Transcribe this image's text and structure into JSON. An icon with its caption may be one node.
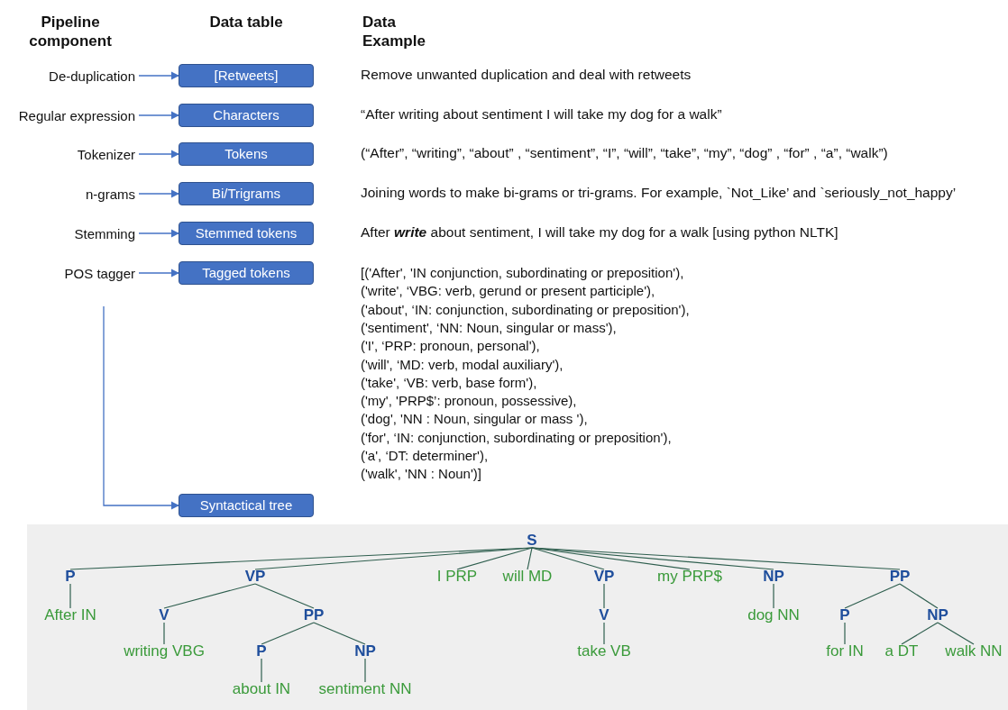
{
  "diagram": {
    "nodes": [
      {
        "text": [
          "De-duplication"
        ]
      },
      {
        "text": [
          "[Retweets]"
        ]
      },
      {
        "text": [
          "Regular expression"
        ]
      },
      {
        "text": [
          "Characters"
        ]
      },
      {
        "text": [
          "Tokenizer"
        ]
      },
      {
        "text": [
          "Tokens"
        ]
      },
      {
        "text": [
          "n-grams"
        ]
      },
      {
        "text": [
          "Bi/Trigrams"
        ]
      },
      {
        "text": [
          "Stemming"
        ]
      },
      {
        "text": [
          "Stemmed tokens"
        ]
      },
      {
        "text": [
          "POS tagger"
        ]
      },
      {
        "text": [
          "Tagged tokens"
        ]
      },
      {
        "text": [
          "Syntactical tree"
        ]
      },
      {
        "text": [
          "S"
        ]
      },
      {
        "text": [
          "P"
        ]
      },
      {
        "text": [
          "VP"
        ]
      },
      {
        "text": [
          "I PRP"
        ]
      },
      {
        "text": [
          "will MD"
        ]
      },
      {
        "text": [
          "VP"
        ]
      },
      {
        "text": [
          "my PRP$"
        ]
      },
      {
        "text": [
          "NP"
        ]
      },
      {
        "text": [
          "PP"
        ]
      },
      {
        "text": [
          "After IN"
        ]
      },
      {
        "text": [
          "V"
        ]
      },
      {
        "text": [
          "PP"
        ]
      },
      {
        "text": [
          "V"
        ]
      },
      {
        "text": [
          "dog NN"
        ]
      },
      {
        "text": [
          "P"
        ]
      },
      {
        "text": [
          "NP"
        ]
      },
      {
        "text": [
          "writing VBG"
        ]
      },
      {
        "text": [
          "P"
        ]
      },
      {
        "text": [
          "NP"
        ]
      },
      {
        "text": [
          "take VB"
        ]
      },
      {
        "text": [
          "for IN"
        ]
      },
      {
        "text": [
          "a DT"
        ]
      },
      {
        "text": [
          "walk NN"
        ]
      },
      {
        "text": [
          "about IN"
        ]
      },
      {
        "text": [
          "sentiment NN"
        ]
      }
    ],
    "edges": [
      {
        "from": 0,
        "to": 1,
        "arrow": "to",
        "color": "#4472c4"
      },
      {
        "from": 2,
        "to": 3,
        "arrow": "to",
        "color": "#4472c4"
      },
      {
        "from": 4,
        "to": 5,
        "arrow": "to",
        "color": "#4472c4"
      },
      {
        "from": 6,
        "to": 7,
        "arrow": "to",
        "color": "#4472c4"
      },
      {
        "from": 8,
        "to": 9,
        "arrow": "to",
        "color": "#4472c4"
      },
      {
        "from": 10,
        "to": 11,
        "arrow": "to",
        "color": "#4472c4"
      },
      {
        "from": null,
        "to": 12,
        "arrow": "to",
        "color": "#4472c4"
      },
      {
        "from": 13,
        "to": 14,
        "arrow": "none"
      },
      {
        "from": 13,
        "to": 15,
        "arrow": "none"
      },
      {
        "from": 13,
        "to": 16,
        "arrow": "none"
      },
      {
        "from": 13,
        "to": 17,
        "arrow": "none"
      },
      {
        "from": 13,
        "to": 18,
        "arrow": "none"
      },
      {
        "from": 13,
        "to": 19,
        "arrow": "none"
      },
      {
        "from": 13,
        "to": 20,
        "arrow": "none"
      },
      {
        "from": 13,
        "to": 21,
        "arrow": "none"
      },
      {
        "from": 14,
        "to": 22,
        "arrow": "none"
      },
      {
        "from": 15,
        "to": 23,
        "arrow": "none"
      },
      {
        "from": 15,
        "to": 24,
        "arrow": "none"
      },
      {
        "from": 18,
        "to": 25,
        "arrow": "none"
      },
      {
        "from": 20,
        "to": 26,
        "arrow": "none"
      },
      {
        "from": 21,
        "to": 27,
        "arrow": "none"
      },
      {
        "from": 21,
        "to": 28,
        "arrow": "none"
      },
      {
        "from": 23,
        "to": 29,
        "arrow": "none"
      },
      {
        "from": 24,
        "to": 30,
        "arrow": "none"
      },
      {
        "from": 24,
        "to": 31,
        "arrow": "none"
      },
      {
        "from": 25,
        "to": 32,
        "arrow": "none"
      },
      {
        "from": 27,
        "to": 33,
        "arrow": "none"
      },
      {
        "from": 28,
        "to": 34,
        "arrow": "none"
      },
      {
        "from": 28,
        "to": 35,
        "arrow": "none"
      },
      {
        "from": 30,
        "to": 36,
        "arrow": "none"
      },
      {
        "from": 31,
        "to": 37,
        "arrow": "none"
      }
    ],
    "labels": [
      "Pipeline component",
      "Data table",
      "Data Example",
      "Remove unwanted duplication and deal with retweets",
      "“After writing about sentiment I will take my dog for a walk”",
      "(“After”,  “writing”, “about” , “sentiment”, “I”, “will”, “take”, “my”, “dog” , “for” , “a”, “walk”)",
      "Joining words to make bi-grams or tri-grams. For example, `Not_Like’ and `seriously_not_happy’",
      "After **write** about sentiment, I will take my dog for a walk [using python NLTK]",
      "[('After', 'IN conjunction, subordinating or preposition'),",
      "('write', ‘VBG: verb, gerund or present participle'),",
      "('about', ‘IN: conjunction, subordinating or preposition'),",
      "('sentiment', ‘NN: Noun, singular or mass'),",
      "('I', ‘PRP: pronoun, personal'),",
      "('will', ‘MD: verb, modal auxiliary'),",
      "('take', ‘VB: verb, base form'),",
      "('my', 'PRP$’: pronoun, possessive),",
      "('dog', 'NN : Noun, singular or mass '),",
      "('for', ‘IN: conjunction, subordinating or preposition'),",
      "('a', ‘DT: determiner'),",
      "('walk', 'NN : Noun')]"
    ]
  }
}
